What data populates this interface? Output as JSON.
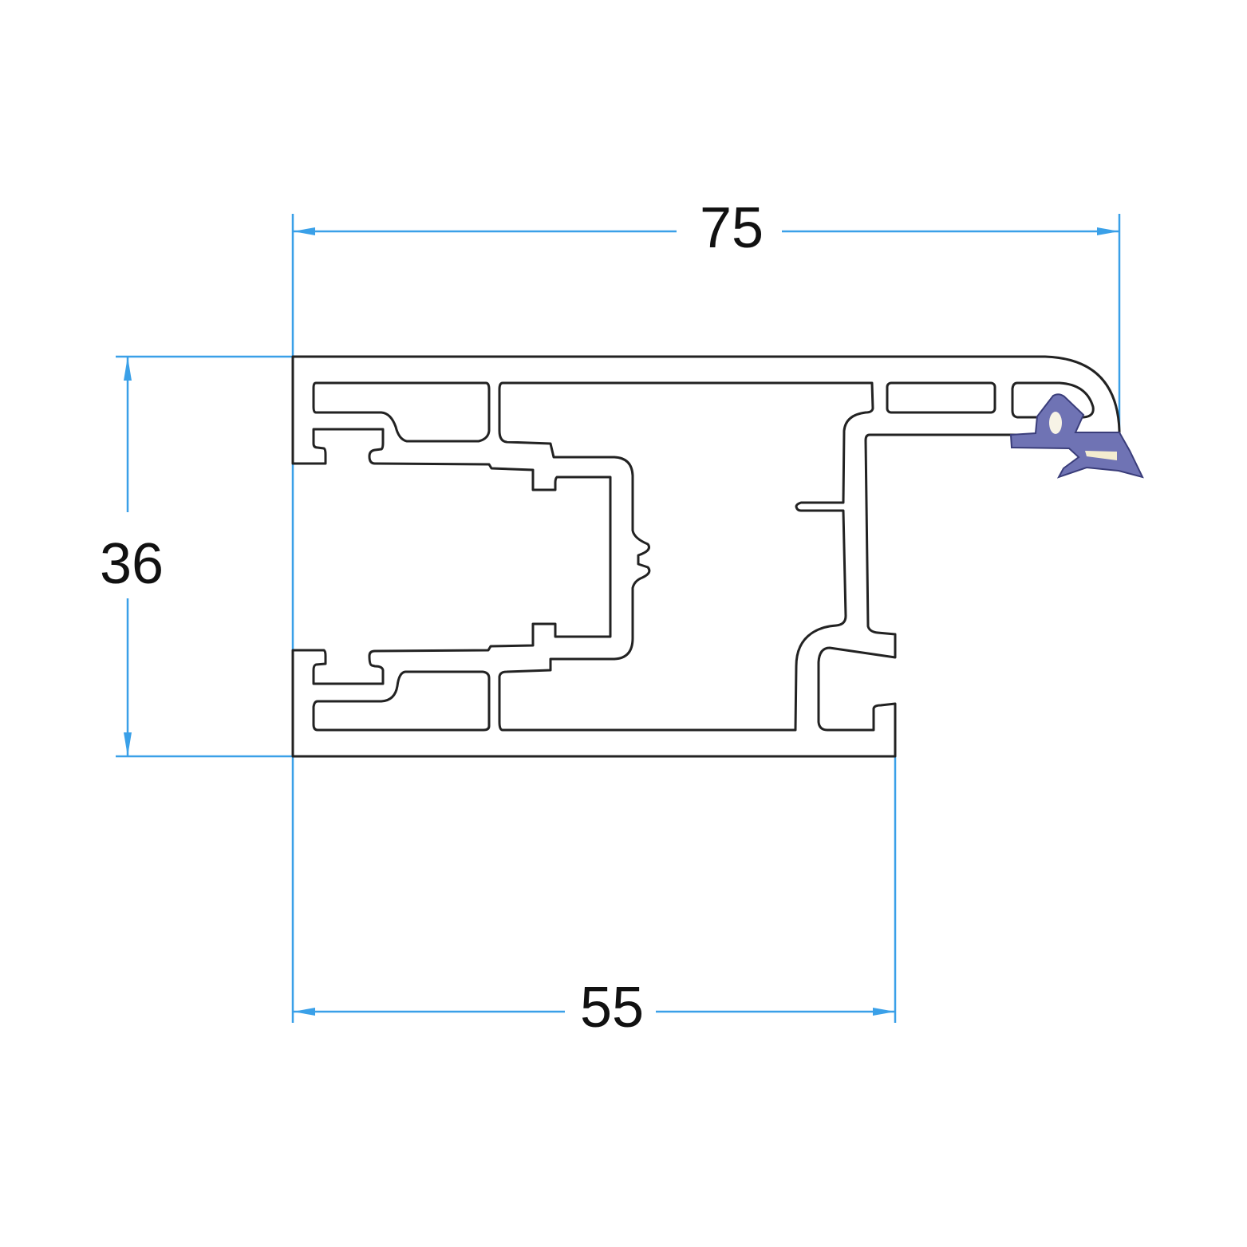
{
  "dimensions": {
    "overall_width": "75",
    "height": "36",
    "body_width": "55"
  },
  "colors": {
    "dimension_line": "#3aa0e8",
    "profile_outline": "#222222",
    "gasket": "#6f73b4"
  }
}
